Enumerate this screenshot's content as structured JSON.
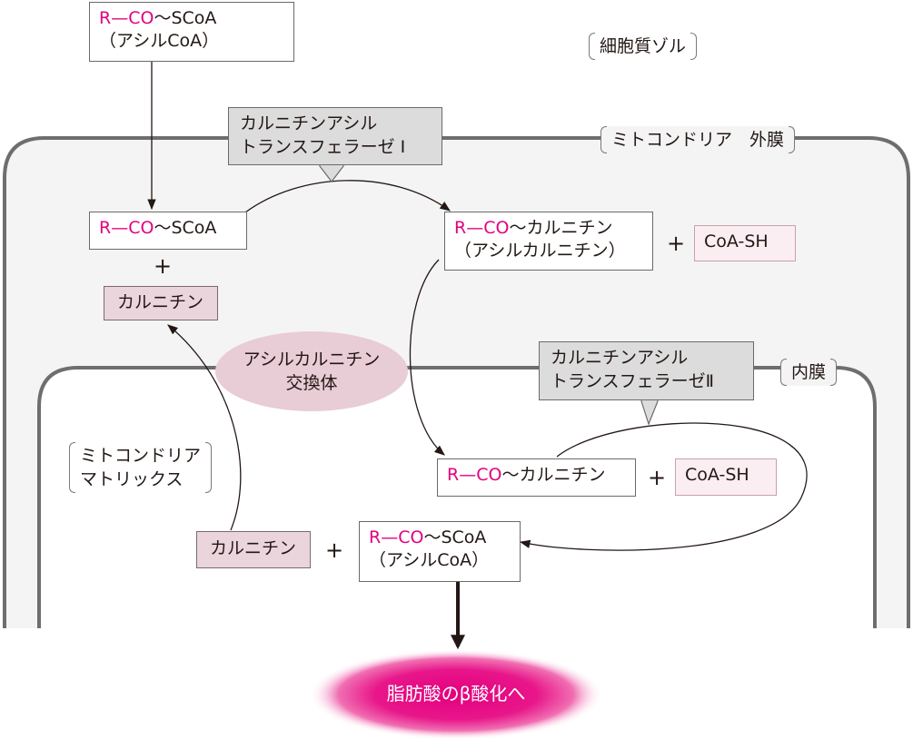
{
  "compartments": {
    "cytosol": "細胞質ゾル",
    "outer_membrane": "ミトコンドリア　外膜",
    "inner_membrane": "内膜",
    "matrix_line1": "ミトコンドリア",
    "matrix_line2": "マトリックス"
  },
  "molecules": {
    "r": "R",
    "dash": "—",
    "co": "CO",
    "scoa": "〜SCoA",
    "carnitine_tail": "〜カルニチン",
    "acyl_coa": "（アシルCoA）",
    "acyl_carnitine": "（アシルカルニチン）",
    "carnitine": "カルニチン",
    "coash": "CoA-SH"
  },
  "plus": "+",
  "enzymes": {
    "cpt1_line1": "カルニチンアシル",
    "cpt1_line2": "トランスフェラーゼ Ⅰ",
    "cpt2_line1": "カルニチンアシル",
    "cpt2_line2": "トランスフェラーゼⅡ"
  },
  "transporter": {
    "line1": "アシルカルニチン",
    "line2": "交換体"
  },
  "result": "脂肪酸のβ酸化へ",
  "colors": {
    "acyl_group": "#e4007f",
    "carnitine_fill": "#ead5dd",
    "coash_fill": "#fbeef2",
    "enzyme_fill": "#dcdcdc",
    "membrane_stroke": "#6e6e6e",
    "intermembrane_fill": "#f4f4f4",
    "beta_oxidation_glow": "#e4007f"
  }
}
